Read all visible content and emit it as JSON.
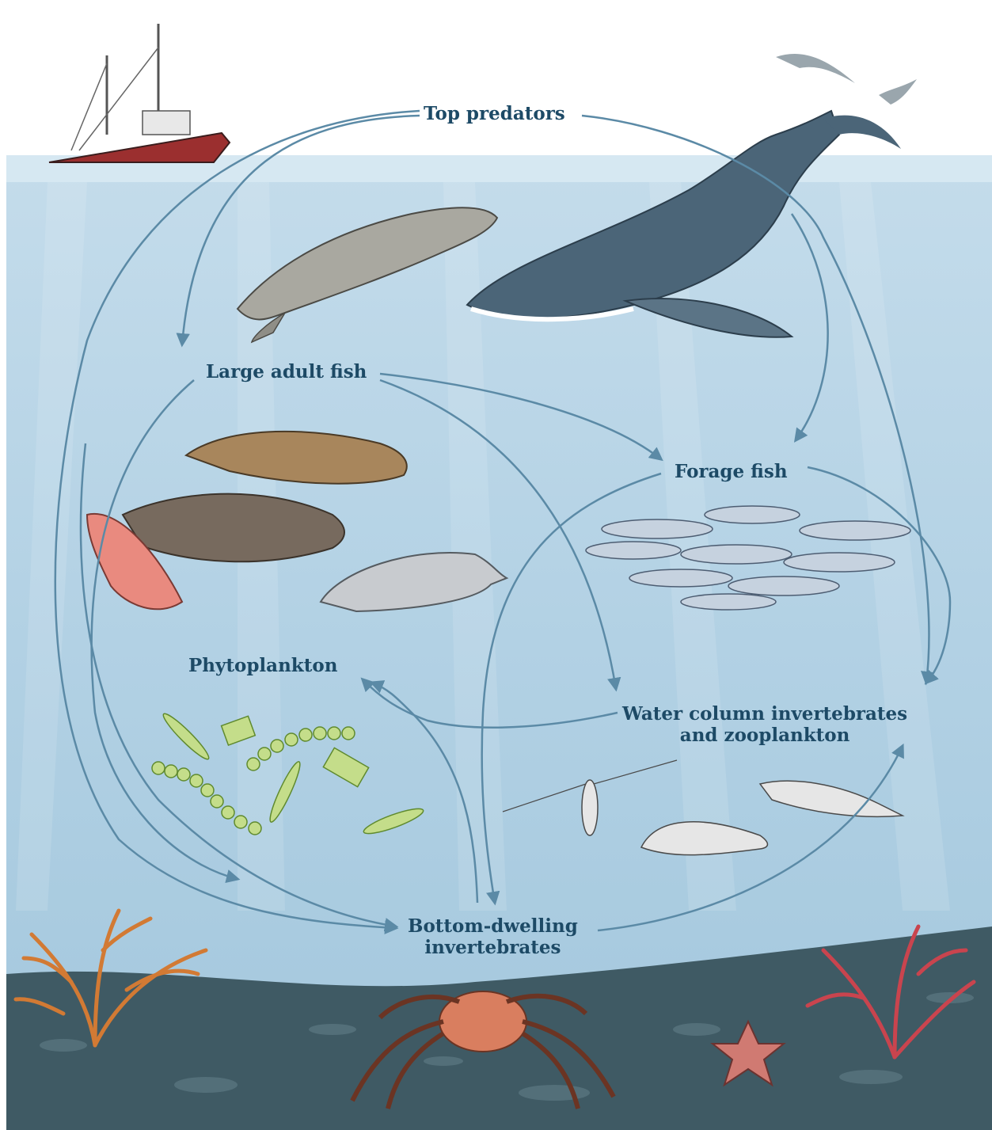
{
  "labels": {
    "top_predators": "Top predators",
    "large_adult_fish": "Large adult fish",
    "forage_fish": "Forage fish",
    "phytoplankton": "Phytoplankton",
    "water_column_line1": "Water column invertebrates",
    "water_column_line2": "and zooplankton",
    "bottom_dwelling_line1": "Bottom-dwelling",
    "bottom_dwelling_line2": "invertebrates"
  },
  "colors": {
    "label_text": "#1d4a66",
    "arrow": "#5b8aa6",
    "water_top": "#bdd7e7",
    "water_deep": "#a6c9df",
    "seafloor": "#3f5a64"
  }
}
